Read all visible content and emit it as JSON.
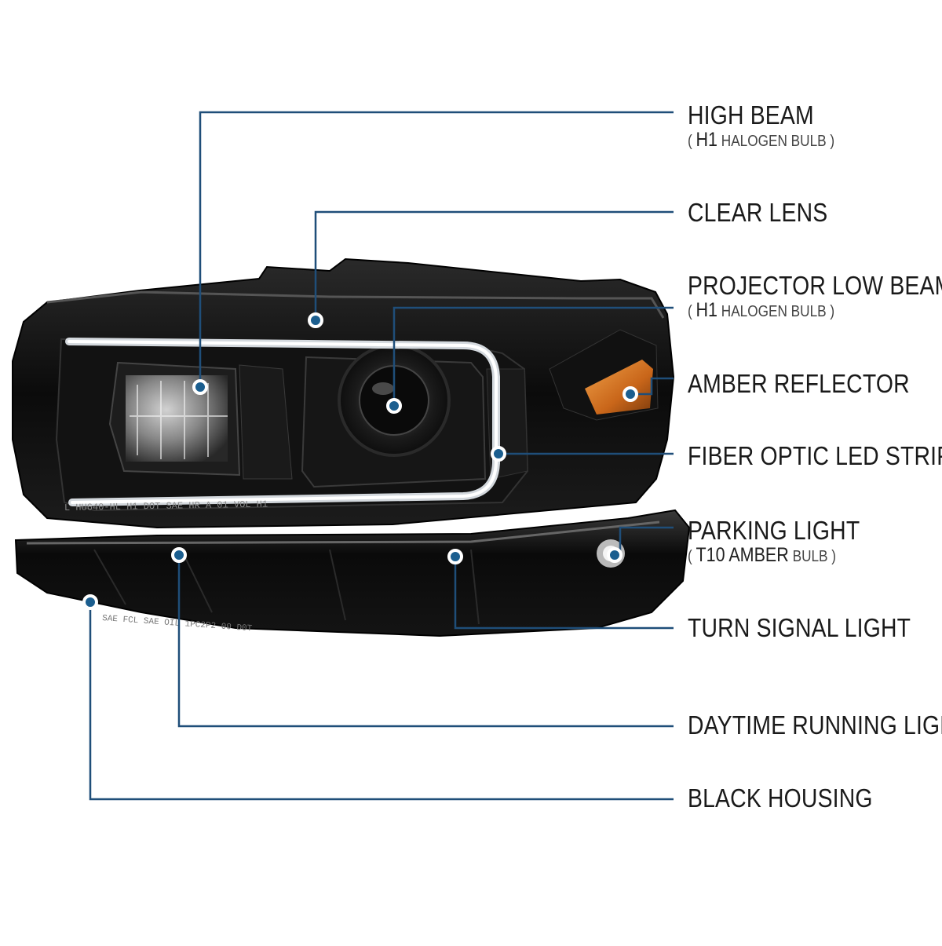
{
  "callouts": [
    {
      "id": "high-beam",
      "label": "HIGH BEAM",
      "sub": {
        "open": "( ",
        "big": "H1",
        "rest": " HALOGEN BULB )"
      }
    },
    {
      "id": "clear-lens",
      "label": "CLEAR LENS"
    },
    {
      "id": "projector-low-beam",
      "label": "PROJECTOR LOW BEAM",
      "sub": {
        "open": "( ",
        "big": "H1",
        "rest": " HALOGEN BULB )"
      }
    },
    {
      "id": "amber-reflector",
      "label": "AMBER REFLECTOR"
    },
    {
      "id": "fiber-optic-led-strip",
      "label": "FIBER OPTIC LED STRIP"
    },
    {
      "id": "parking-light",
      "label": "PARKING LIGHT",
      "sub": {
        "open": "( ",
        "big": "T10 AMBER",
        "rest": " BULB )"
      }
    },
    {
      "id": "turn-signal-light",
      "label": "TURN SIGNAL LIGHT"
    },
    {
      "id": "daytime-running-light",
      "label": "DAYTIME RUNNING LIGHT"
    },
    {
      "id": "black-housing",
      "label": "BLACK HOUSING"
    }
  ],
  "lens_markings": {
    "headlight": "L    HU640-HL  H1  DOT  SAE  HR  A  01  VOL  H1",
    "bumper": "SAE  FCL  SAE  OIL  1PC2P2  00  D0T"
  },
  "colors": {
    "leader_line": "#1f4e79",
    "dot_fill": "#1b5e8f",
    "dot_ring": "#ffffff",
    "housing": "#0c0c0c",
    "amber": "#d2741a",
    "led_strip": "#e9eef4"
  }
}
